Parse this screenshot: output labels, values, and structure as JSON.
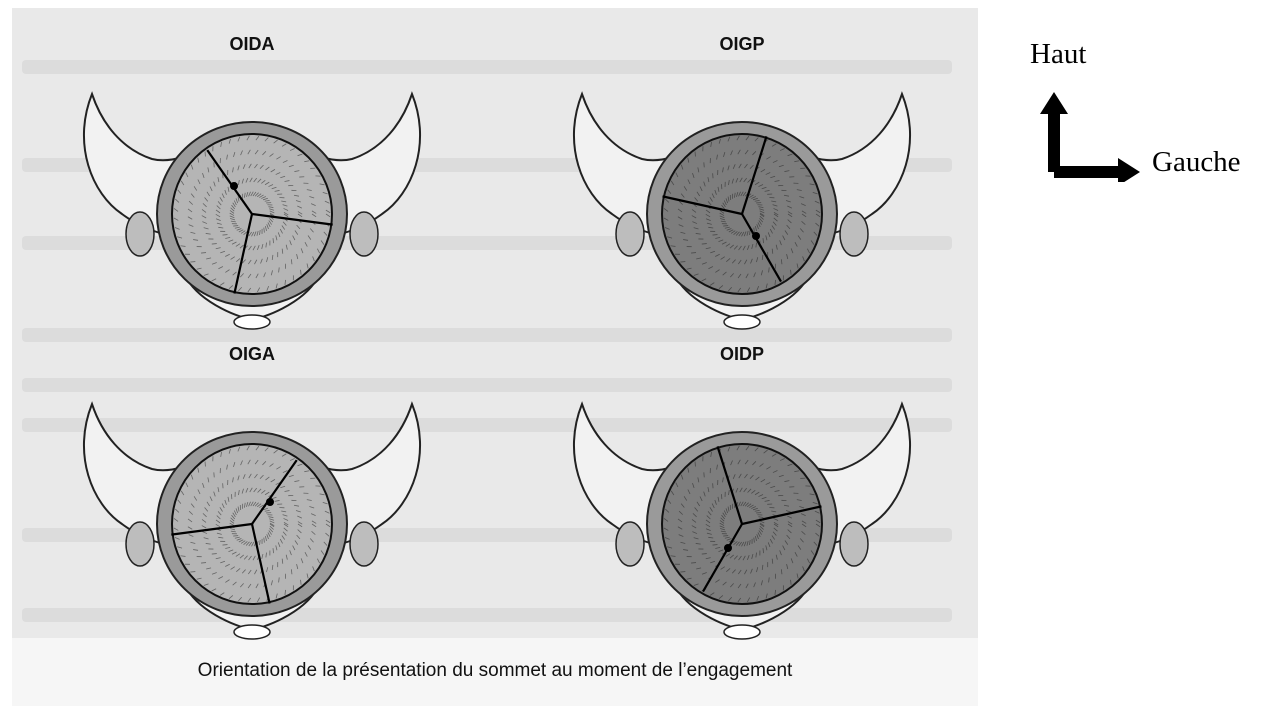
{
  "figure": {
    "panels": [
      {
        "label": "OIDA"
      },
      {
        "label": "OIGP"
      },
      {
        "label": "OIGA"
      },
      {
        "label": "OIDP"
      }
    ],
    "caption": "Orientation de la présentation du sommet au moment de l’engagement"
  },
  "legend": {
    "up_label": "Haut",
    "right_label": "Gauche",
    "arrow_icon": "l-shaped-up-right-arrow-icon"
  }
}
